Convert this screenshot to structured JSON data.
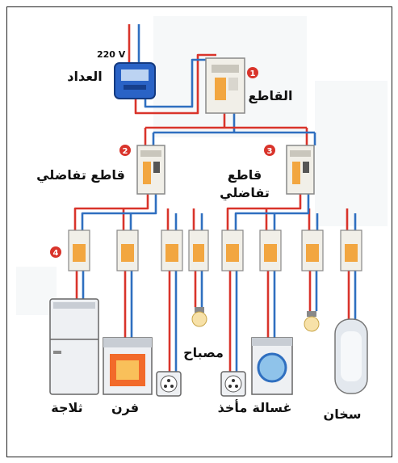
{
  "source": {
    "voltage_label": "220 V",
    "meter_label": "العداد"
  },
  "main_breaker": {
    "number": "1",
    "label": "القاطع"
  },
  "differential_breakers": [
    {
      "number": "2",
      "label": "قاطع تفاضلي"
    },
    {
      "number": "3",
      "label_line1": "قاطع",
      "label_line2": "تفاضلي"
    }
  ],
  "branch_breaker": {
    "number": "4"
  },
  "loads": {
    "fridge": "ثلاجة",
    "oven": "فرن",
    "lamp": "مصباح",
    "socket": "مأخذ",
    "washer": "غسالة",
    "heater": "سخان"
  },
  "colors": {
    "phase_wire": "#d9342b",
    "neutral_wire": "#2f6fc0",
    "badge": "#d9342b",
    "breaker_accent": "#f2a640"
  }
}
